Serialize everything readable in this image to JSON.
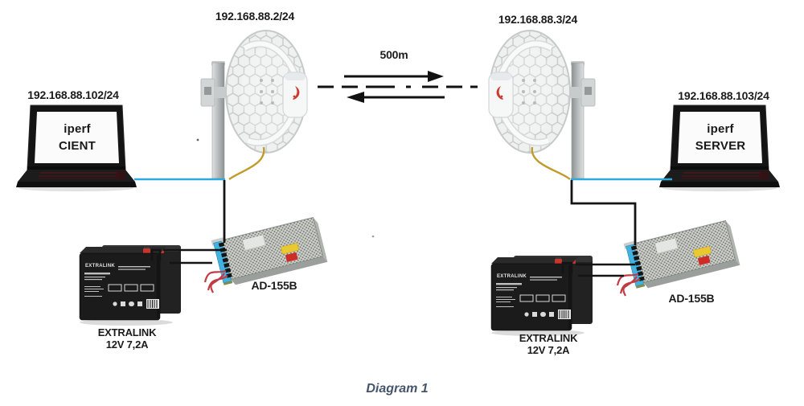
{
  "caption": "Diagram 1",
  "link": {
    "distance": "500m"
  },
  "left": {
    "antenna_ip": "192.168.88.2/24",
    "laptop_ip": "192.168.88.102/24",
    "screen_line1": "iperf",
    "screen_line2": "CIENT",
    "psu_model": "AD-155B",
    "battery_brand": "EXTRALINK",
    "battery_spec": "12V 7,2A",
    "battery_face_brand": "EXTRALINK"
  },
  "right": {
    "antenna_ip": "192.168.88.3/24",
    "laptop_ip": "192.168.88.103/24",
    "screen_line1": "iperf",
    "screen_line2": "SERVER",
    "psu_model": "AD-155B",
    "battery_brand": "EXTRALINK",
    "battery_spec": "12V 7,2A",
    "battery_face_brand": "EXTRALINK"
  },
  "colors": {
    "ethernet_cable_blue": "#2CA9DE",
    "antenna_cable_yellow": "#C19A2B",
    "caption_blue_gray": "#44546A",
    "logo_red": "#CF3A2E",
    "wire_red": "#C23A44"
  }
}
